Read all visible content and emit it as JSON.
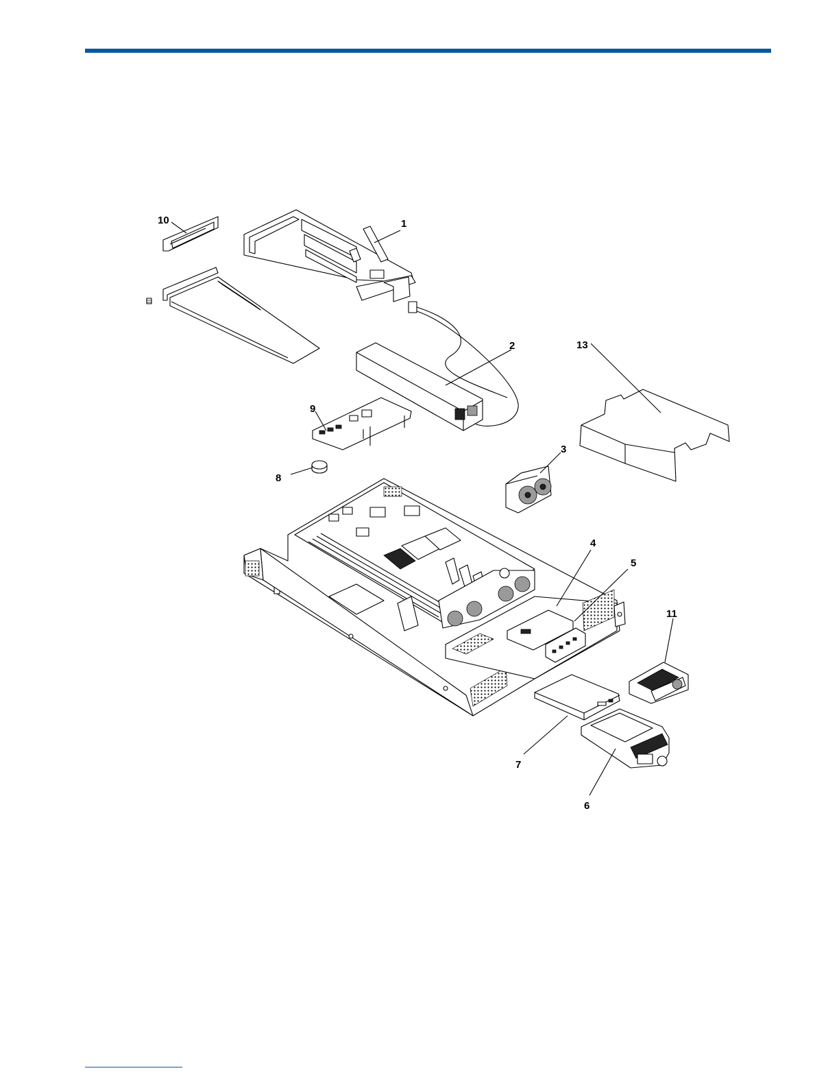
{
  "colors": {
    "header_rule": "#0a57a3",
    "footer_rule": "#0a57a3",
    "ink": "#000000"
  },
  "callouts": {
    "c1": "1",
    "c2": "2",
    "c3": "3",
    "c4": "4",
    "c5": "5",
    "c6": "6",
    "c7": "7",
    "c8": "8",
    "c9": "9",
    "c10": "10",
    "c11": "11",
    "c13": "13"
  }
}
